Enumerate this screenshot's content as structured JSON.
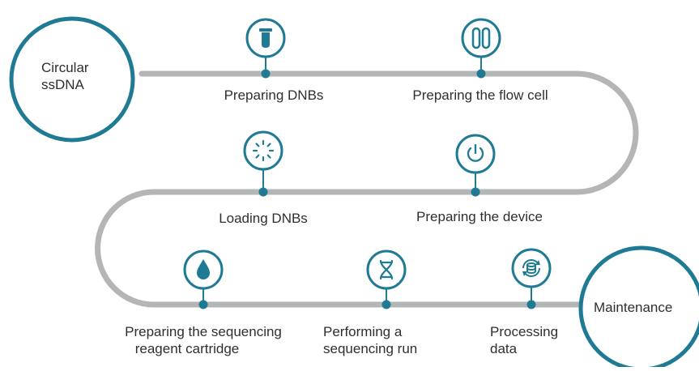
{
  "colors": {
    "accent": "#1f7a93",
    "track": "#b3b5b7",
    "text": "#2f2f2f"
  },
  "start_node": {
    "line1": "Circular",
    "line2": "ssDNA"
  },
  "end_node": {
    "label": "Maintenance"
  },
  "steps": [
    {
      "id": "dnb",
      "label": "Preparing DNBs",
      "icon": "tube-icon"
    },
    {
      "id": "flowcell",
      "label": "Preparing the flow cell",
      "icon": "flow-cell-icon"
    },
    {
      "id": "loading",
      "label": "Loading DNBs",
      "icon": "loading-spinner-icon"
    },
    {
      "id": "device",
      "label": "Preparing the device",
      "icon": "power-icon"
    },
    {
      "id": "cartridge",
      "line1": "Preparing the sequencing",
      "line2": "reagent cartridge",
      "icon": "droplet-icon"
    },
    {
      "id": "run",
      "line1": "Performing a",
      "line2": "sequencing run",
      "icon": "dna-helix-icon"
    },
    {
      "id": "data",
      "line1": "Processing",
      "line2": "data",
      "icon": "data-processing-icon"
    }
  ]
}
